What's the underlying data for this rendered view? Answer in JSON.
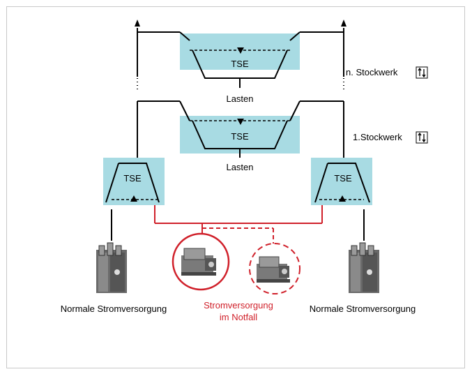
{
  "tse": {
    "top": "TSE",
    "middle": "TSE",
    "left": "TSE",
    "right": "TSE"
  },
  "loads": {
    "top": "Lasten",
    "middle": "Lasten"
  },
  "floors": {
    "n": "n. Stockwerk",
    "first": "1.Stockwerk"
  },
  "supply": {
    "normal_left": "Normale Stromversorgung",
    "normal_right": "Normale Stromversorgung",
    "emergency_line1": "Stromversorgung",
    "emergency_line2": "im Notfall"
  },
  "colors": {
    "tse_fill": "#a8dbe3",
    "emergency_red": "#d0202a",
    "line": "#000000"
  },
  "icons": [
    "transformer-icon",
    "generator-icon",
    "up-down-arrows-icon"
  ]
}
